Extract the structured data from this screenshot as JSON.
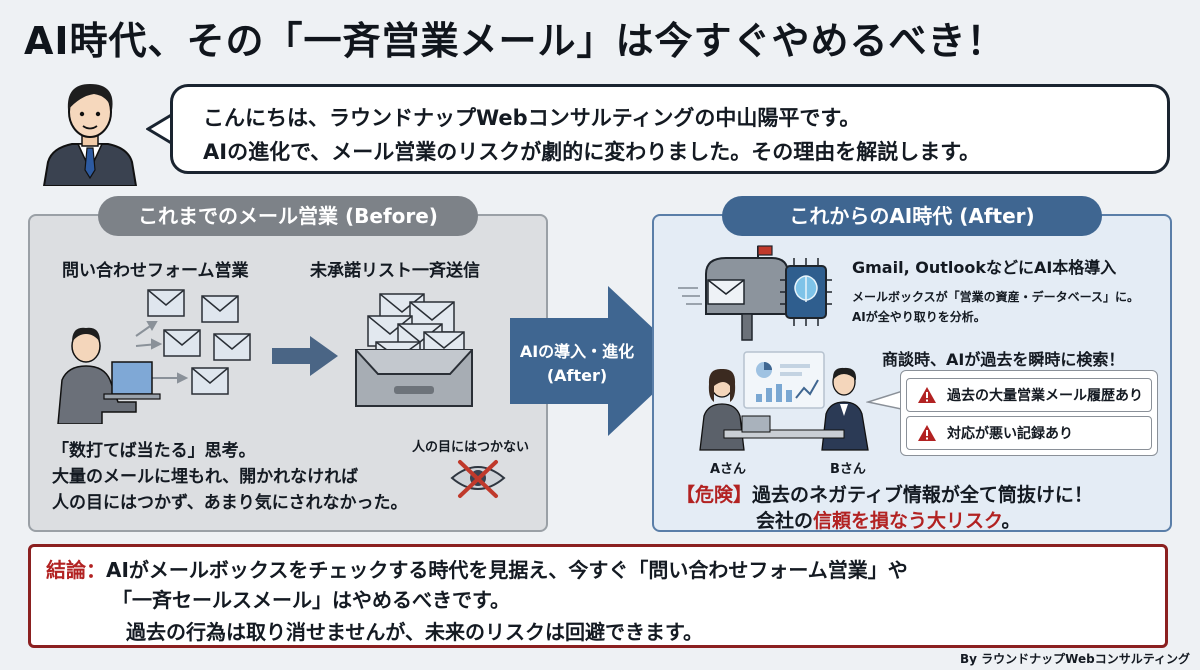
{
  "title": "AI時代、その「一斉営業メール」は今すぐやめるべき！",
  "greeting": {
    "line1": "こんにちは、ラウンドナップWebコンサルティングの中山陽平です。",
    "line2": "AIの進化で、メール営業のリスクが劇的に変わりました。その理由を解説します。"
  },
  "before": {
    "header": "これまでのメール営業 (Before)",
    "method1": "問い合わせフォーム営業",
    "method2": "未承諾リスト一斉送信",
    "unseen_label": "人の目にはつかない",
    "text": [
      "「数打てば当たる」思考。",
      "大量のメールに埋もれ、開かれなければ",
      "人の目にはつかず、あまり気にされなかった。"
    ]
  },
  "arrow": {
    "line1": "AIの導入・進化",
    "line2": "(After)"
  },
  "after": {
    "header": "これからのAI時代 (After)",
    "headline": "Gmail, OutlookなどにAI本格導入",
    "sub1": "メールボックスが「営業の資産・データベース」に。",
    "sub2": "AIが全やり取りを分析。",
    "search_text": "商談時、AIが過去を瞬時に検索！",
    "warnings": [
      "過去の大量営業メール履歴あり",
      "対応が悪い記録あり"
    ],
    "person_a": "Aさん",
    "person_b": "Bさん",
    "danger_label": "【危険】",
    "danger_line1": "過去のネガティブ情報が全て筒抜けに！",
    "danger_line2_prefix": "会社の",
    "danger_line2_highlight": "信頼を損なう大リスク",
    "danger_line2_suffix": "。"
  },
  "conclusion": {
    "label": "結論：",
    "line1": "AIがメールボックスをチェックする時代を見据え、今すぐ「問い合わせフォーム営業」や",
    "line2": "「一斉セールスメール」はやめるべきです。",
    "line3": "過去の行為は取り消せませんが、未来のリスクは回避できます。"
  },
  "credit": "By ラウンドナップWebコンサルティング",
  "colors": {
    "danger": "#b22222",
    "after_accent": "#3f6691",
    "before_accent": "#7d8288",
    "arrow": "#3f6691"
  }
}
